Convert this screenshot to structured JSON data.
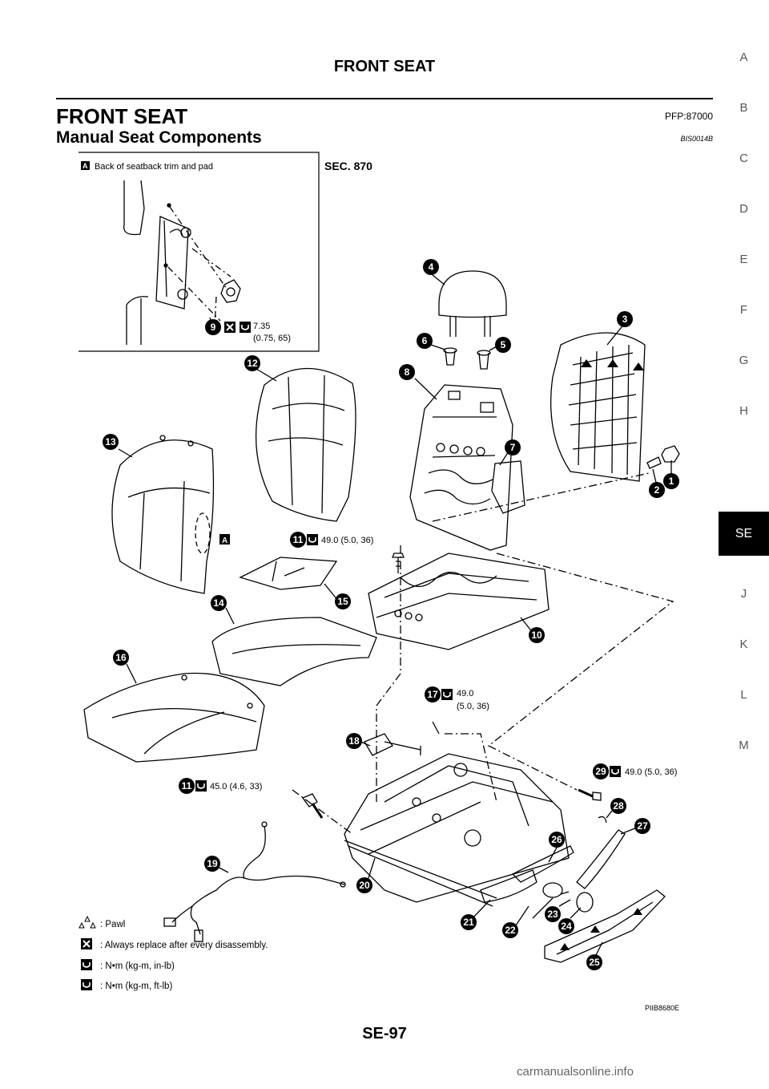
{
  "header": {
    "running_title": "FRONT SEAT"
  },
  "section": {
    "title": "FRONT SEAT",
    "pfp": "PFP:87000"
  },
  "subsection": {
    "title": "Manual Seat Components",
    "ref": "BIS0014B"
  },
  "side_index": {
    "items": [
      "A",
      "B",
      "C",
      "D",
      "E",
      "F",
      "G",
      "H",
      "SE",
      "J",
      "K",
      "L",
      "M"
    ],
    "active": "SE"
  },
  "figure": {
    "inset_marker": "A",
    "inset_title": "Back of seatback trim and pad",
    "sec": "SEC. 870",
    "inset_torque_line1": "7.35",
    "inset_torque_line2": "(0.75, 65)",
    "torque_11_upper": "49.0 (5.0, 36)",
    "torque_17_line1": "49.0",
    "torque_17_line2": "(5.0, 36)",
    "torque_11_lower": "45.0 (4.6, 33)",
    "torque_29": "49.0 (5.0, 36)",
    "callouts": [
      "1",
      "2",
      "3",
      "4",
      "5",
      "6",
      "7",
      "8",
      "9",
      "10",
      "11",
      "12",
      "13",
      "14",
      "15",
      "16",
      "17",
      "18",
      "19",
      "20",
      "21",
      "22",
      "23",
      "24",
      "25",
      "26",
      "27",
      "28",
      "29"
    ],
    "legend": [
      {
        "icon": "pawl-icon",
        "text": ": Pawl"
      },
      {
        "icon": "replace-icon",
        "text": ": Always replace after every disassembly."
      },
      {
        "icon": "torque-in-lb-icon",
        "text": ": N•m (kg-m, in-lb)"
      },
      {
        "icon": "torque-ft-lb-icon",
        "text": ": N•m (kg-m, ft-lb)"
      }
    ],
    "code": "PIIB8680E"
  },
  "footer": {
    "page": "SE-97",
    "watermark": "carmanualsonline.info"
  }
}
